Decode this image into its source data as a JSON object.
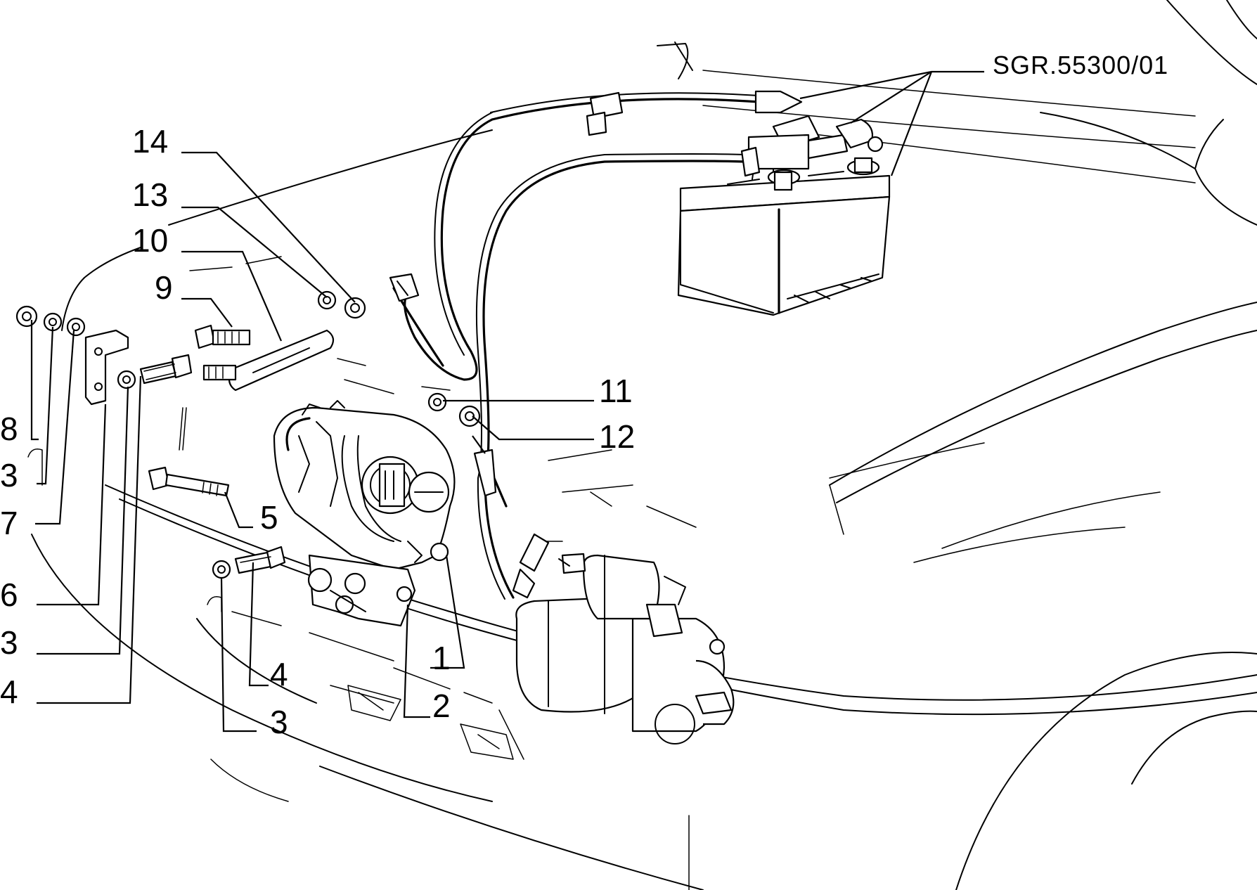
{
  "reference": "SGR.55300/01",
  "callouts": {
    "c1": "1",
    "c2": "2",
    "c3a": "3",
    "c3b": "3",
    "c3c": "3",
    "c4a": "4",
    "c4b": "4",
    "c5": "5",
    "c6": "6",
    "c7": "7",
    "c8": "8",
    "c9": "9",
    "c10": "10",
    "c11": "11",
    "c12": "12",
    "c13": "13",
    "c14": "14"
  }
}
